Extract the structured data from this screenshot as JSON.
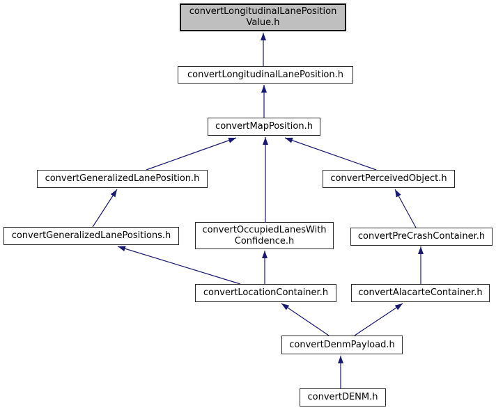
{
  "diagram": {
    "kind": "doxygen-included-by-dependency-graph",
    "colors": {
      "background": "#ffffff",
      "arrow": "#191970",
      "node_fill": "#ffffff",
      "node_border": "#2a2a2a",
      "highlight_fill": "#bfbfbf",
      "highlight_border": "#000000",
      "text": "#000000"
    },
    "nodes": [
      {
        "id": "convertLongitudinalLanePositionValue.h",
        "label": "convertLongitudinalLanePosition\nValue.h",
        "highlighted": true
      },
      {
        "id": "convertLongitudinalLanePosition.h",
        "label": "convertLongitudinalLanePosition.h",
        "highlighted": false
      },
      {
        "id": "convertMapPosition.h",
        "label": "convertMapPosition.h",
        "highlighted": false
      },
      {
        "id": "convertGeneralizedLanePosition.h",
        "label": "convertGeneralizedLanePosition.h",
        "highlighted": false
      },
      {
        "id": "convertPerceivedObject.h",
        "label": "convertPerceivedObject.h",
        "highlighted": false
      },
      {
        "id": "convertGeneralizedLanePositions.h",
        "label": "convertGeneralizedLanePositions.h",
        "highlighted": false
      },
      {
        "id": "convertOccupiedLanesWithConfidence.h",
        "label": "convertOccupiedLanesWith\nConfidence.h",
        "highlighted": false
      },
      {
        "id": "convertPreCrashContainer.h",
        "label": "convertPreCrashContainer.h",
        "highlighted": false
      },
      {
        "id": "convertLocationContainer.h",
        "label": "convertLocationContainer.h",
        "highlighted": false
      },
      {
        "id": "convertAlacarteContainer.h",
        "label": "convertAlacarteContainer.h",
        "highlighted": false
      },
      {
        "id": "convertDenmPayload.h",
        "label": "convertDenmPayload.h",
        "highlighted": false
      },
      {
        "id": "convertDENM.h",
        "label": "convertDENM.h",
        "highlighted": false
      }
    ],
    "edges": [
      {
        "from": "convertLongitudinalLanePosition.h",
        "to": "convertLongitudinalLanePositionValue.h"
      },
      {
        "from": "convertMapPosition.h",
        "to": "convertLongitudinalLanePosition.h"
      },
      {
        "from": "convertGeneralizedLanePosition.h",
        "to": "convertMapPosition.h"
      },
      {
        "from": "convertPerceivedObject.h",
        "to": "convertMapPosition.h"
      },
      {
        "from": "convertOccupiedLanesWithConfidence.h",
        "to": "convertMapPosition.h"
      },
      {
        "from": "convertGeneralizedLanePositions.h",
        "to": "convertGeneralizedLanePosition.h"
      },
      {
        "from": "convertPreCrashContainer.h",
        "to": "convertPerceivedObject.h"
      },
      {
        "from": "convertLocationContainer.h",
        "to": "convertGeneralizedLanePositions.h"
      },
      {
        "from": "convertLocationContainer.h",
        "to": "convertOccupiedLanesWithConfidence.h"
      },
      {
        "from": "convertAlacarteContainer.h",
        "to": "convertPreCrashContainer.h"
      },
      {
        "from": "convertDenmPayload.h",
        "to": "convertLocationContainer.h"
      },
      {
        "from": "convertDenmPayload.h",
        "to": "convertAlacarteContainer.h"
      },
      {
        "from": "convertDENM.h",
        "to": "convertDenmPayload.h"
      }
    ]
  }
}
